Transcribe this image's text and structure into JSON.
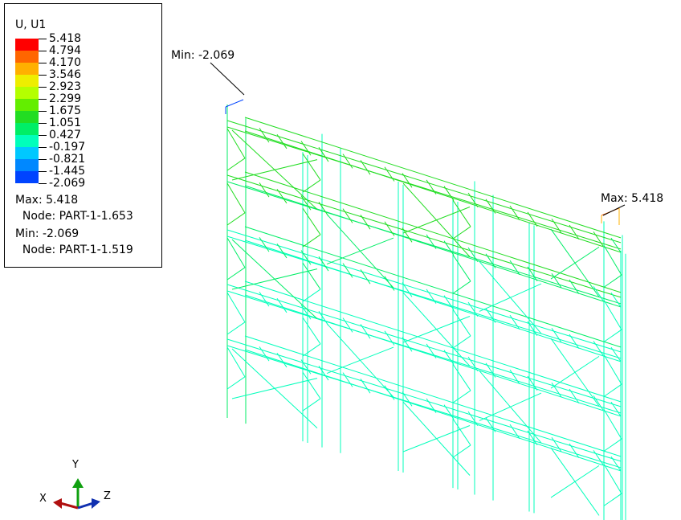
{
  "legend": {
    "title": "U, U1",
    "values": [
      "5.418",
      "4.794",
      "4.170",
      "3.546",
      "2.923",
      "2.299",
      "1.675",
      "1.051",
      "0.427",
      "-0.197",
      "-0.821",
      "-1.445",
      "-2.069"
    ],
    "colors": [
      "#ff0000",
      "#ff6600",
      "#ffb000",
      "#eeee00",
      "#b4ff00",
      "#63ee00",
      "#22dd22",
      "#00ee66",
      "#00ffbb",
      "#00c8ff",
      "#0088ff",
      "#0044ff",
      "#0000ff"
    ],
    "max_line": "Max: 5.418",
    "max_node": "  Node: PART-1-1.653",
    "min_line": "Min: -2.069",
    "min_node": "  Node: PART-1-1.519"
  },
  "annotations": {
    "min_label": "Min: -2.069",
    "max_label": "Max: 5.418"
  },
  "triad": {
    "x": "X",
    "y": "Y",
    "z": "Z",
    "x_color": "#b01010",
    "y_color": "#10a010",
    "z_color": "#1030b0"
  }
}
